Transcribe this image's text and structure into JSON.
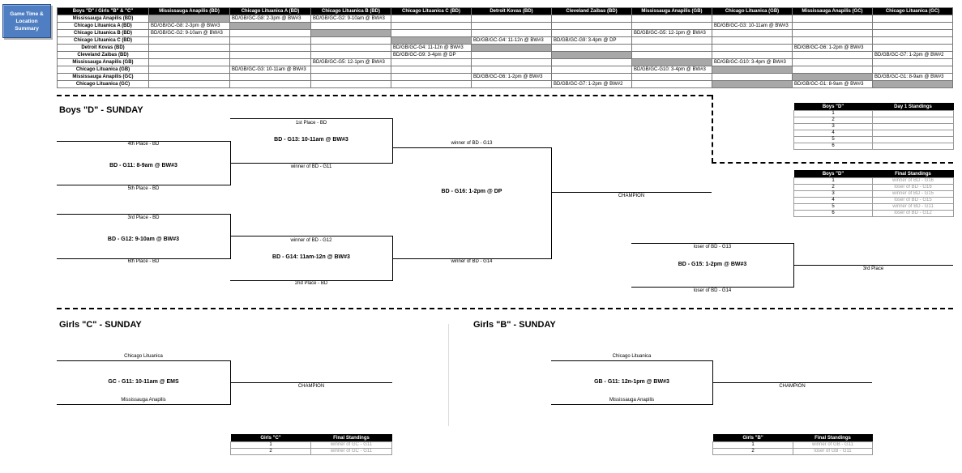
{
  "summary_button": {
    "label": "Game Time & Location Summary"
  },
  "schedule": {
    "corner": "Boys \"D\" / Girls \"B\" & \"C\"",
    "columns": [
      "Mississauga Anapilis (BD)",
      "Chicago Lituanica A (BD)",
      "Chicago Lituanica B (BD)",
      "Chicago Lituanica C (BD)",
      "Detroit Kovas (BD)",
      "Cleveland Zaibas (BD)",
      "Mississauga Anapilis (GB)",
      "Chicago Lituanica (GB)",
      "Mississauga Anapilis (GC)",
      "Chicago Lituanica (GC)"
    ],
    "rows": [
      {
        "team": "Mississauga Anapilis (BD)",
        "cells": [
          {
            "c": 0,
            "g": 1
          },
          {
            "c": 1,
            "t": "BD/GB/GC-G8: 2-3pm @ BW#3"
          },
          {
            "c": 2,
            "t": "BD/GB/GC-G2: 9-10am @ BW#3"
          }
        ]
      },
      {
        "team": "Chicago Lituanica A (BD)",
        "cells": [
          {
            "c": 0,
            "t": "BD/GB/GC-G8: 2-3pm @ BW#3"
          },
          {
            "c": 1,
            "g": 1
          },
          {
            "c": 7,
            "t": "BD/GB/GC-G3: 10-11am @ BW#3"
          }
        ]
      },
      {
        "team": "Chicago Lituanica B (BD)",
        "cells": [
          {
            "c": 0,
            "t": "BD/GB/GC-G2: 9-10am @ BW#3"
          },
          {
            "c": 2,
            "g": 1
          },
          {
            "c": 6,
            "t": "BD/GB/GC-G5: 12-1pm @ BW#3"
          }
        ]
      },
      {
        "team": "Chicago Lituanica C (BD)",
        "cells": [
          {
            "c": 3,
            "g": 1
          },
          {
            "c": 4,
            "t": "BD/GB/GC-G4: 11-12n @ BW#3"
          },
          {
            "c": 5,
            "t": "BD/GB/GC-G9: 3-4pm @ DP"
          }
        ]
      },
      {
        "team": "Detroit Kovas (BD)",
        "cells": [
          {
            "c": 3,
            "t": "BD/GB/GC-G4: 11-12n @ BW#3"
          },
          {
            "c": 4,
            "g": 1
          },
          {
            "c": 8,
            "t": "BD/GB/GC-G6: 1-2pm @ BW#3"
          }
        ]
      },
      {
        "team": "Cleveland Zaibas (BD)",
        "cells": [
          {
            "c": 3,
            "t": "BD/GB/GC-G9: 3-4pm @ DP"
          },
          {
            "c": 5,
            "g": 1
          },
          {
            "c": 9,
            "t": "BD/GB/GC-G7: 1-2pm @ BW#2"
          }
        ]
      },
      {
        "team": "Mississauga Anapilis (GB)",
        "cells": [
          {
            "c": 2,
            "t": "BD/GB/GC-G5: 12-1pm @ BW#3"
          },
          {
            "c": 6,
            "g": 1
          },
          {
            "c": 7,
            "t": "BD/GB/GC-G10: 3-4pm @ BW#3"
          }
        ]
      },
      {
        "team": "Chicago Lituanica (GB)",
        "cells": [
          {
            "c": 1,
            "t": "BD/GB/GC-G3: 10-11am @ BW#3"
          },
          {
            "c": 6,
            "t": "BD/GB/GC-G10: 3-4pm @ BW#3"
          },
          {
            "c": 7,
            "g": 1
          }
        ]
      },
      {
        "team": "Mississauga Anapilis (GC)",
        "cells": [
          {
            "c": 4,
            "t": "BD/GB/GC-G6: 1-2pm @ BW#3"
          },
          {
            "c": 8,
            "g": 1
          },
          {
            "c": 9,
            "t": "BD/GB/GC-G1: 8-9am @ BW#3"
          }
        ]
      },
      {
        "team": "Chicago Lituanica (GC)",
        "cells": [
          {
            "c": 5,
            "t": "BD/GB/GC-G7: 1-2pm @ BW#2"
          },
          {
            "c": 7,
            "g": 1
          },
          {
            "c": 8,
            "t": "BD/GB/GC-G1: 8-9am @ BW#3"
          },
          {
            "c": 9,
            "g": 1
          }
        ]
      }
    ]
  },
  "boys": {
    "title": "Boys \"D\" - SUNDAY",
    "g11": {
      "top": "4th Place - BD",
      "game": "BD - G11: 8-9am @ BW#3",
      "bottom": "5th Place - BD"
    },
    "g12": {
      "top": "3rd Place - BD",
      "game": "BD - G12: 9-10am @ BW#3",
      "bottom": "6th Place - BD"
    },
    "g13": {
      "top": "1st Place - BD",
      "game": "BD - G13: 10-11am @ BW#3",
      "bottom": "winner of BD - G11"
    },
    "g14": {
      "top": "winner of BD - G12",
      "game": "BD - G14: 11am-12n @ BW#3",
      "bottom": "2nd Place - BD"
    },
    "g16": {
      "top": "winner of BD - G13",
      "game": "BD - G16: 1-2pm @ DP",
      "bottom": "winner of BD - G14",
      "result": "CHAMPION"
    },
    "g15": {
      "top": "loser of BD - G13",
      "game": "BD - G15: 1-2pm @ BW#3",
      "bottom": "loser of BD - G14",
      "result": "3rd Place"
    },
    "day1": {
      "h1": "Boys \"D\"",
      "h2": "Day 1 Standings",
      "ranks": [
        "1",
        "2",
        "3",
        "4",
        "5",
        "6"
      ]
    },
    "final": {
      "h1": "Boys \"D\"",
      "h2": "Final Standings",
      "rows": [
        [
          "1",
          "winner of BD - G16"
        ],
        [
          "2",
          "loser of BD - G16"
        ],
        [
          "3",
          "winner of BD - G15"
        ],
        [
          "4",
          "loser of BD - G15"
        ],
        [
          "5",
          "winner of BD - G11"
        ],
        [
          "6",
          "loser of BD - G12"
        ]
      ]
    }
  },
  "girls_c": {
    "title": "Girls \"C\" - SUNDAY",
    "top": "Chicago Lituanica",
    "game": "GC - G11: 10-11am @ EMS",
    "bottom": "Mississauga Anapilis",
    "result": "CHAMPION",
    "final": {
      "h1": "Girls \"C\"",
      "h2": "Final Standings",
      "rows": [
        [
          "1",
          "winner of GC - G11"
        ],
        [
          "2",
          "winner of GC - G11"
        ]
      ]
    }
  },
  "girls_b": {
    "title": "Girls \"B\" - SUNDAY",
    "top": "Chicago Lituanica",
    "game": "GB - G11: 12n-1pm @ BW#3",
    "bottom": "Mississauga Anapilis",
    "result": "CHAMPION",
    "final": {
      "h1": "Girls \"B\"",
      "h2": "Final Standings",
      "rows": [
        [
          "1",
          "winner of GB - G11"
        ],
        [
          "2",
          "loser of GB - G11"
        ]
      ]
    }
  }
}
